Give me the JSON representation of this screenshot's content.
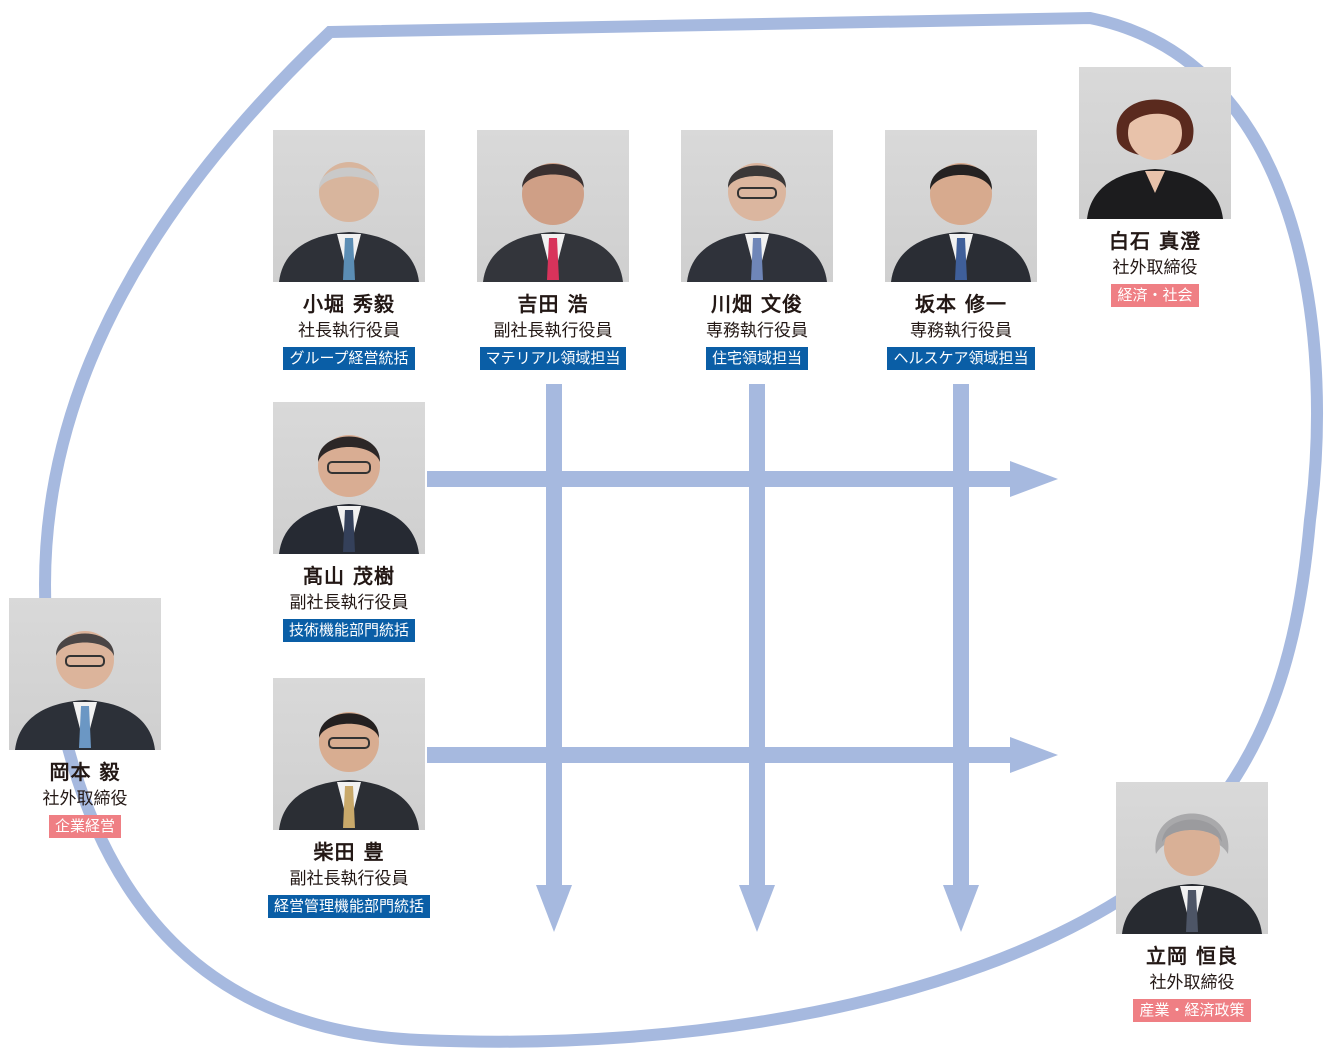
{
  "colors": {
    "loop": "#a6b9df",
    "arrow": "#a6b9df",
    "exec_tag": "#0a5ea6",
    "outside_tag": "#ef7f84"
  },
  "executives": [
    {
      "id": "kobori",
      "name": "小堀 秀毅",
      "title": "社長執行役員",
      "role": "グループ経営統括"
    },
    {
      "id": "yoshida",
      "name": "吉田 浩",
      "title": "副社長執行役員",
      "role": "マテリアル領域担当"
    },
    {
      "id": "kawabata",
      "name": "川畑 文俊",
      "title": "専務執行役員",
      "role": "住宅領域担当"
    },
    {
      "id": "sakamoto",
      "name": "坂本 修一",
      "title": "専務執行役員",
      "role": "ヘルスケア領域担当"
    },
    {
      "id": "takayama",
      "name": "髙山 茂樹",
      "title": "副社長執行役員",
      "role": "技術機能部門統括"
    },
    {
      "id": "shibata",
      "name": "柴田 豊",
      "title": "副社長執行役員",
      "role": "経営管理機能部門統括"
    }
  ],
  "outside_directors": [
    {
      "id": "shiraishi",
      "name": "白石 真澄",
      "title": "社外取締役",
      "field": "経済・社会"
    },
    {
      "id": "okamoto",
      "name": "岡本 毅",
      "title": "社外取締役",
      "field": "企業経営"
    },
    {
      "id": "tatsuoka",
      "name": "立岡 恒良",
      "title": "社外取締役",
      "field": "産業・経済政策"
    }
  ]
}
